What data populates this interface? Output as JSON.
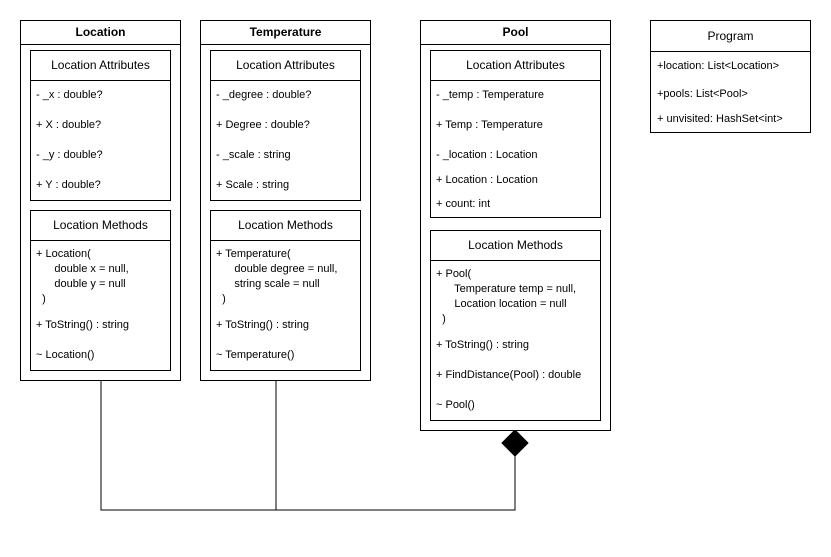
{
  "classes": {
    "location": {
      "name": "Location",
      "attributes_header": "Location Attributes",
      "attributes": [
        "- _x : double?",
        "+ X : double?",
        "- _y : double?",
        "+ Y : double?"
      ],
      "methods_header": "Location Methods",
      "methods": [
        "+ Location(",
        "      double x = null,",
        "      double y = null",
        "  )",
        "+ ToString() : string",
        "~ Location()"
      ]
    },
    "temperature": {
      "name": "Temperature",
      "attributes_header": "Location Attributes",
      "attributes": [
        "- _degree : double?",
        "+ Degree : double?",
        "- _scale : string",
        "+ Scale : string"
      ],
      "methods_header": "Location Methods",
      "methods": [
        "+ Temperature(",
        "      double degree = null,",
        "      string scale = null",
        "  )",
        "+ ToString() : string",
        "~ Temperature()"
      ]
    },
    "pool": {
      "name": "Pool",
      "attributes_header": "Location Attributes",
      "attributes": [
        "- _temp : Temperature",
        "+ Temp : Temperature",
        "- _location : Location",
        "+ Location : Location",
        "+ count: int"
      ],
      "methods_header": "Location Methods",
      "methods": [
        "+ Pool(",
        "      Temperature temp = null,",
        "      Location location = null",
        "  )",
        "+ ToString() : string",
        "+ FindDistance(Pool) : double",
        "~ Pool()"
      ]
    },
    "program": {
      "name": "Program",
      "fields": [
        "+location: List<Location>",
        "+pools: List<Pool>",
        "+ unvisited: HashSet<int>"
      ]
    }
  },
  "connector": {
    "type": "composition",
    "from": [
      "Location",
      "Temperature"
    ],
    "to": "Pool"
  },
  "colors": {
    "line": "#000000",
    "background": "#ffffff"
  }
}
